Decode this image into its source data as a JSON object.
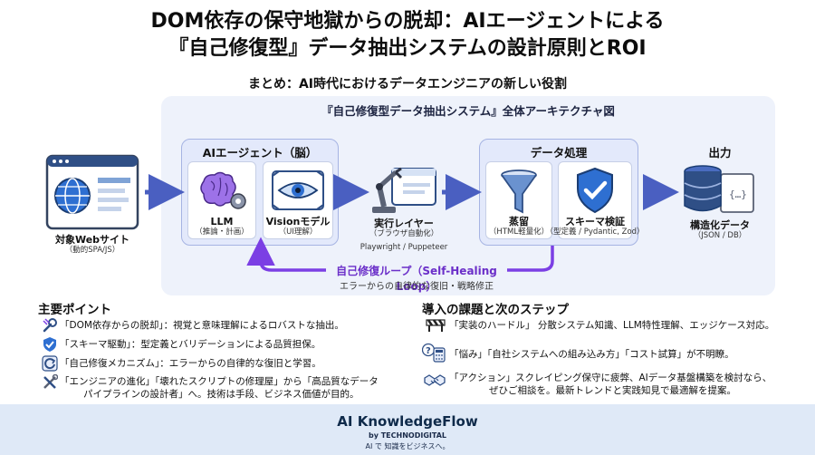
{
  "title": {
    "line1": "DOM依存の保守地獄からの脱却：AIエージェントによる",
    "line2": "『自己修復型』データ抽出システムの設計原則とROI"
  },
  "summary": "まとめ：AI時代におけるデータエンジニアの新しい役割",
  "architecture": {
    "title": "『自己修復型データ抽出システム』全体アーキテクチャ図",
    "source": {
      "label": "対象Webサイト",
      "sub": "（動的SPA/JS）"
    },
    "agent_group": "AIエージェント（脳）",
    "llm": {
      "label": "LLM",
      "sub": "（推論・計画）"
    },
    "vision": {
      "label": "Visionモデル",
      "sub": "（UI理解）"
    },
    "executor": {
      "label": "実行レイヤー",
      "sub": "（ブラウザ自動化）",
      "tools": "Playwright / Puppeteer"
    },
    "processing_group": "データ処理",
    "distill": {
      "label": "蒸留",
      "sub": "（HTML軽量化）"
    },
    "schema": {
      "label": "スキーマ検証",
      "sub": "（型定義 / Pydantic, Zod）"
    },
    "output_group": "出力",
    "structured": {
      "label": "構造化データ",
      "sub": "（JSON / DB）"
    },
    "loop": {
      "label": "自己修復ループ（Self-Healing Loop）",
      "sub": "エラーからの自律的な復旧・戦略修正"
    },
    "colors": {
      "arrow": "#4a5fc1",
      "loop": "#7b3fe4",
      "panel": "#eef2fb"
    }
  },
  "key_points": {
    "title": "主要ポイント",
    "items": [
      {
        "icon": "wrench-link-icon",
        "line1": "「DOM依存からの脱却」：視覚と意味理解によるロバストな抽出。"
      },
      {
        "icon": "shield-check-icon",
        "line1": "「スキーマ駆動」：型定義とバリデーションによる品質担保。"
      },
      {
        "icon": "refresh-icon",
        "line1": "「自己修復メカニズム」：エラーからの自律的な復旧と学習。"
      },
      {
        "icon": "tools-icon",
        "line1": "「エンジニアの進化」「壊れたスクリプトの修理屋」から「高品質なデータ",
        "line2": "パイプラインの設計者」へ。技術は手段、ビジネス価値が目的。"
      }
    ]
  },
  "next_steps": {
    "title": "導入の課題と次のステップ",
    "items": [
      {
        "icon": "barrier-icon",
        "line1": "「実装のハードル」 分散システム知識、LLM特性理解、エッジケース対応。"
      },
      {
        "icon": "question-calculator-icon",
        "line1": "「悩み」「自社システムへの組み込み方」「コスト試算」が不明瞭。"
      },
      {
        "icon": "handshake-icon",
        "line1": "「アクション」スクレイピング保守に疲弊、AIデータ基盤構築を検討なら、",
        "line2": "ぜひご相談を。最新トレンドと実践知見で最適解を提案。"
      }
    ]
  },
  "footer": {
    "brand": "AI KnowledgeFlow",
    "by": "by TECHNODIGITAL",
    "tagline": "AI で 知識をビジネスへ。"
  }
}
